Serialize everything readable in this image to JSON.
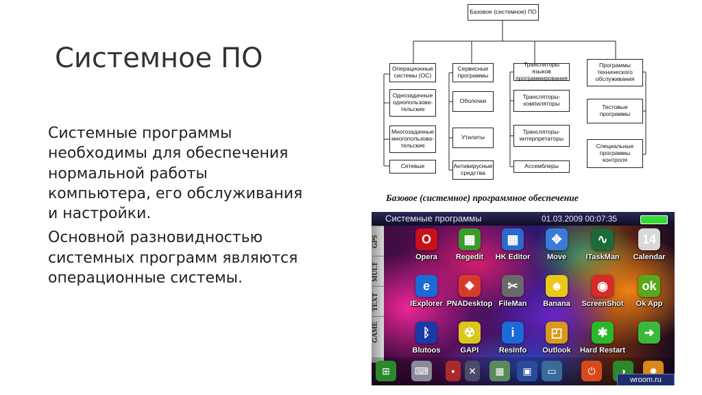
{
  "slide": {
    "title": "Системное ПО",
    "paragraphs": [
      "Системные программы необходимы для обеспечения нормальной работы компьютера, его обслуживания и настройки.",
      "Основной разновидностью системных программ являются операционные системы."
    ]
  },
  "diagram": {
    "root": "Базовое (системное) ПО",
    "columns": [
      {
        "head": "Операционные системы (ОС)",
        "items": [
          "Однозадачные однопользова-тельские",
          "Многозадачные многопользова-тельские",
          "Сетевые"
        ]
      },
      {
        "head": "Сервисные программы",
        "items": [
          "Оболочки",
          "Утилиты",
          "Антивирусные средства"
        ]
      },
      {
        "head": "Трансляторы языков программирования",
        "items": [
          "Трансляторы-компиляторы",
          "Трансляторы-интерпретаторы",
          "Ассемблеры"
        ]
      },
      {
        "head": "Программы технического обслуживания",
        "items": [
          "Тестовые программы",
          "Специальные программы контроля"
        ]
      }
    ],
    "caption": "Базовое (системное) программное обеспечение"
  },
  "screenshot": {
    "title": "Системные программы",
    "datetime": "01.03.2009 00:07:35",
    "side_tabs": [
      "GPS",
      "MULT",
      "TEXT",
      "GAME"
    ],
    "apps": [
      {
        "label": "Opera",
        "glyph": "O",
        "color": "#c8101a",
        "icon": "opera-icon"
      },
      {
        "label": "Regedit",
        "glyph": "▦",
        "color": "#3a9a2a",
        "icon": "regedit-icon"
      },
      {
        "label": "HK Editor",
        "glyph": "▦",
        "color": "#2a6acc",
        "icon": "hk-editor-icon"
      },
      {
        "label": "Move",
        "glyph": "✥",
        "color": "#3a7ad8",
        "icon": "move-icon"
      },
      {
        "label": "ITaskMan",
        "glyph": "∿",
        "color": "#1d6a3a",
        "icon": "taskman-icon"
      },
      {
        "label": "Calendar",
        "glyph": "14",
        "color": "#d8d8d8",
        "icon": "calendar-icon"
      },
      {
        "label": "IExplorer",
        "glyph": "e",
        "color": "#1a6ad8",
        "icon": "explorer-icon"
      },
      {
        "label": "PNADesktop",
        "glyph": "❖",
        "color": "#d83a2a",
        "icon": "pna-desktop-icon"
      },
      {
        "label": "FileMan",
        "glyph": "✂",
        "color": "#6a6a6a",
        "icon": "fileman-icon"
      },
      {
        "label": "Banana",
        "glyph": "☻",
        "color": "#e8c81a",
        "icon": "banana-icon"
      },
      {
        "label": "ScreenShot",
        "glyph": "◉",
        "color": "#d82a2a",
        "icon": "screenshot-icon"
      },
      {
        "label": "Ok App",
        "glyph": "ok",
        "color": "#5aa81a",
        "icon": "ok-app-icon"
      },
      {
        "label": "Blutoos",
        "glyph": "ᛒ",
        "color": "#1a3aa8",
        "icon": "bluetooth-icon"
      },
      {
        "label": "GAPI",
        "glyph": "☢",
        "color": "#d8c81a",
        "icon": "gapi-icon"
      },
      {
        "label": "ResInfo",
        "glyph": "i",
        "color": "#1a6ad8",
        "icon": "resinfo-icon"
      },
      {
        "label": "Outlook",
        "glyph": "◰",
        "color": "#d89a1a",
        "icon": "outlook-icon"
      },
      {
        "label": "Hard Restart",
        "glyph": "✱",
        "color": "#2ab82a",
        "icon": "hard-restart-icon"
      },
      {
        "label": "",
        "glyph": "➜",
        "color": "#3ab83a",
        "icon": "arrow-icon"
      }
    ],
    "dock": [
      {
        "glyph": "⊞",
        "color": "#2a8a2a",
        "icon": "start-icon"
      },
      {
        "glyph": "⌨",
        "color": "#8a8a9a",
        "icon": "keyboard-icon"
      },
      {
        "glyph": "▪",
        "color": "#aa2a2a",
        "icon": "battery-icon"
      },
      {
        "glyph": "✕",
        "color": "#4a4a6a",
        "icon": "tools-icon"
      },
      {
        "glyph": "▦",
        "color": "#5a8a5a",
        "icon": "calculator-icon"
      },
      {
        "glyph": "▣",
        "color": "#2a4a9a",
        "icon": "save-icon"
      },
      {
        "glyph": "▭",
        "color": "#3a6a9a",
        "icon": "monitor-icon"
      },
      {
        "glyph": "⏻",
        "color": "#d84a1a",
        "icon": "power-icon"
      },
      {
        "glyph": "◑",
        "color": "#2a8a2a",
        "icon": "power-on-icon"
      },
      {
        "glyph": "✹",
        "color": "#d8881a",
        "icon": "brightness-icon"
      }
    ],
    "watermark": "wroom.ru"
  }
}
